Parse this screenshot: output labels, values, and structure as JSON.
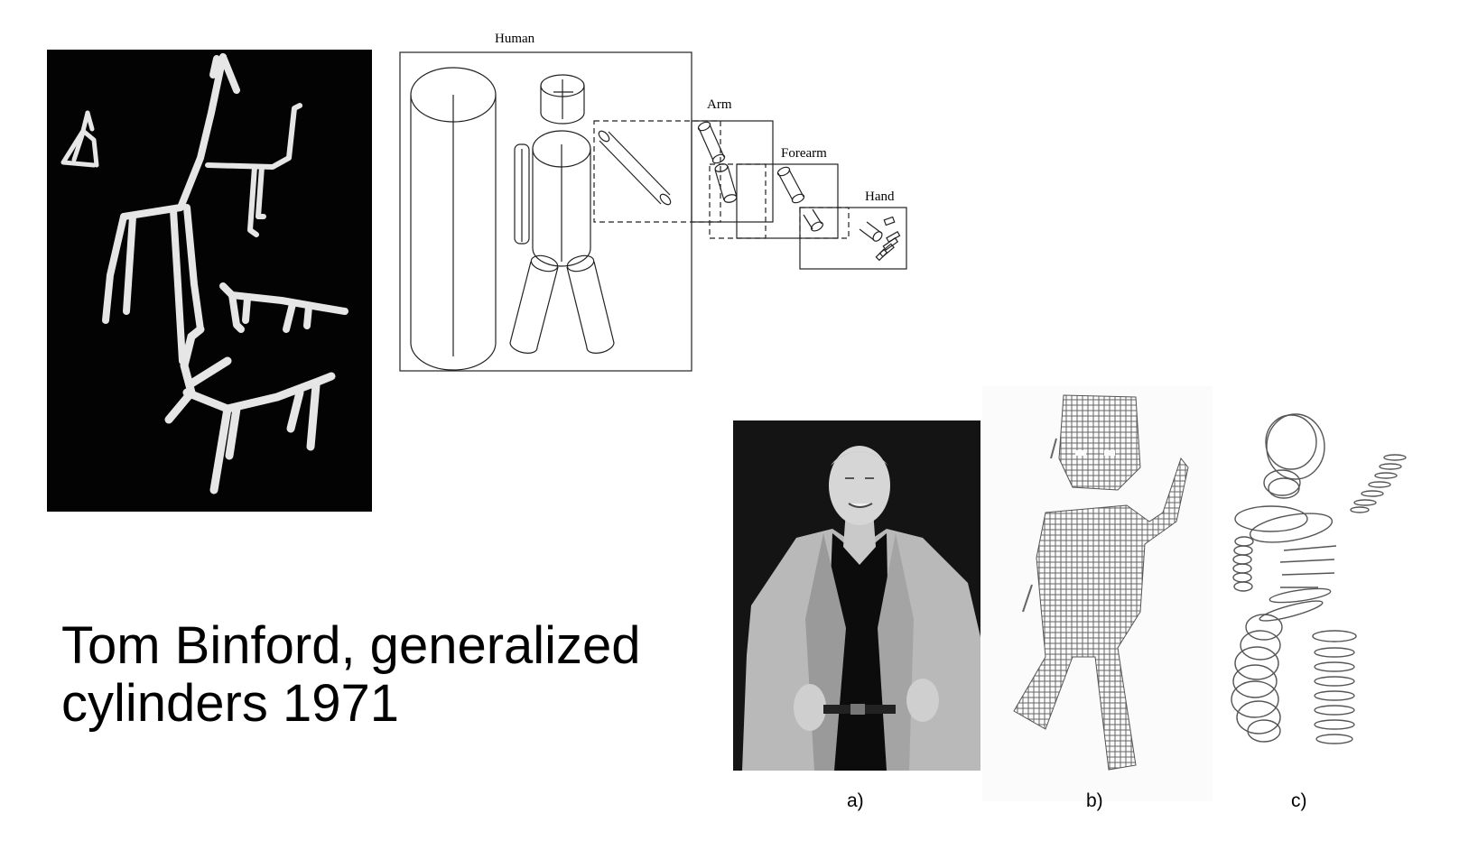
{
  "diagram": {
    "human_label": "Human",
    "arm_label": "Arm",
    "forearm_label": "Forearm",
    "hand_label": "Hand"
  },
  "caption": {
    "line1": "Tom Binford, generalized",
    "line2": "cylinders 1971"
  },
  "panel_labels": {
    "a": "a)",
    "b": "b)",
    "c": "c)"
  }
}
